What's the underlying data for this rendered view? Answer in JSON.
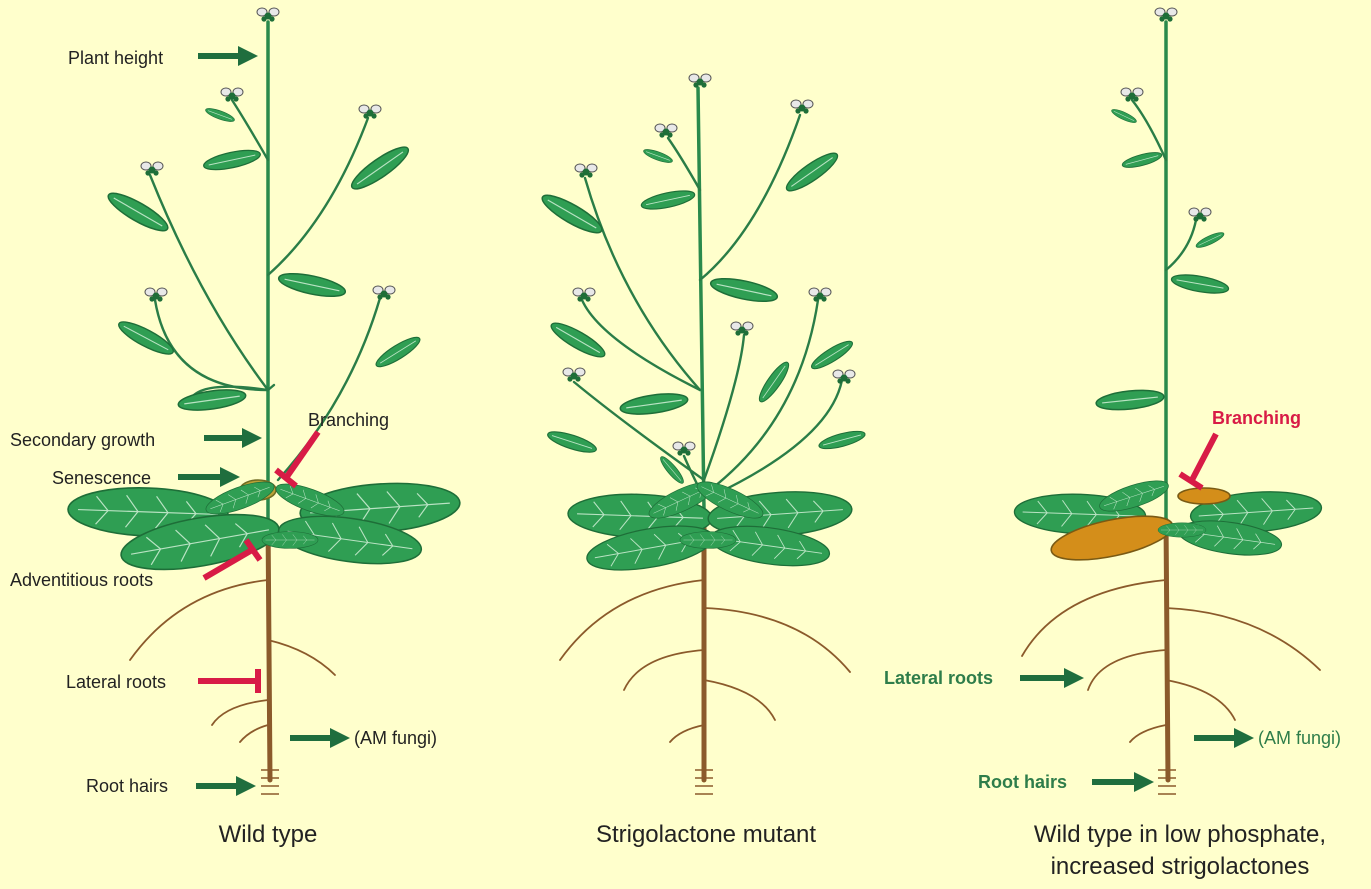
{
  "panels": {
    "wild_type": {
      "caption": "Wild type",
      "labels": {
        "plant_height": "Plant height",
        "branching": "Branching",
        "secondary_growth": "Secondary growth",
        "senescence": "Senescence",
        "adventitious_roots": "Adventitious roots",
        "lateral_roots": "Lateral roots",
        "am_fungi": "(AM fungi)",
        "root_hairs": "Root hairs"
      }
    },
    "mutant": {
      "caption": "Strigolactone mutant"
    },
    "low_phosphate": {
      "caption_line1": "Wild type in low phosphate,",
      "caption_line2": "increased strigolactones",
      "labels": {
        "branching": "Branching",
        "lateral_roots": "Lateral roots",
        "am_fungi": "(AM fungi)",
        "root_hairs": "Root hairs"
      }
    }
  },
  "colors": {
    "background": "#ffffcc",
    "stimulate_arrow": "#1f6e3e",
    "inhibit_bar": "#d81b46",
    "leaf": "#2f9e53",
    "root": "#8b5a2b",
    "senescent_leaf": "#d48e1a"
  },
  "legend_icons": [
    "green-arrow-icon",
    "red-inhibition-bar-icon",
    "flower-icon"
  ]
}
